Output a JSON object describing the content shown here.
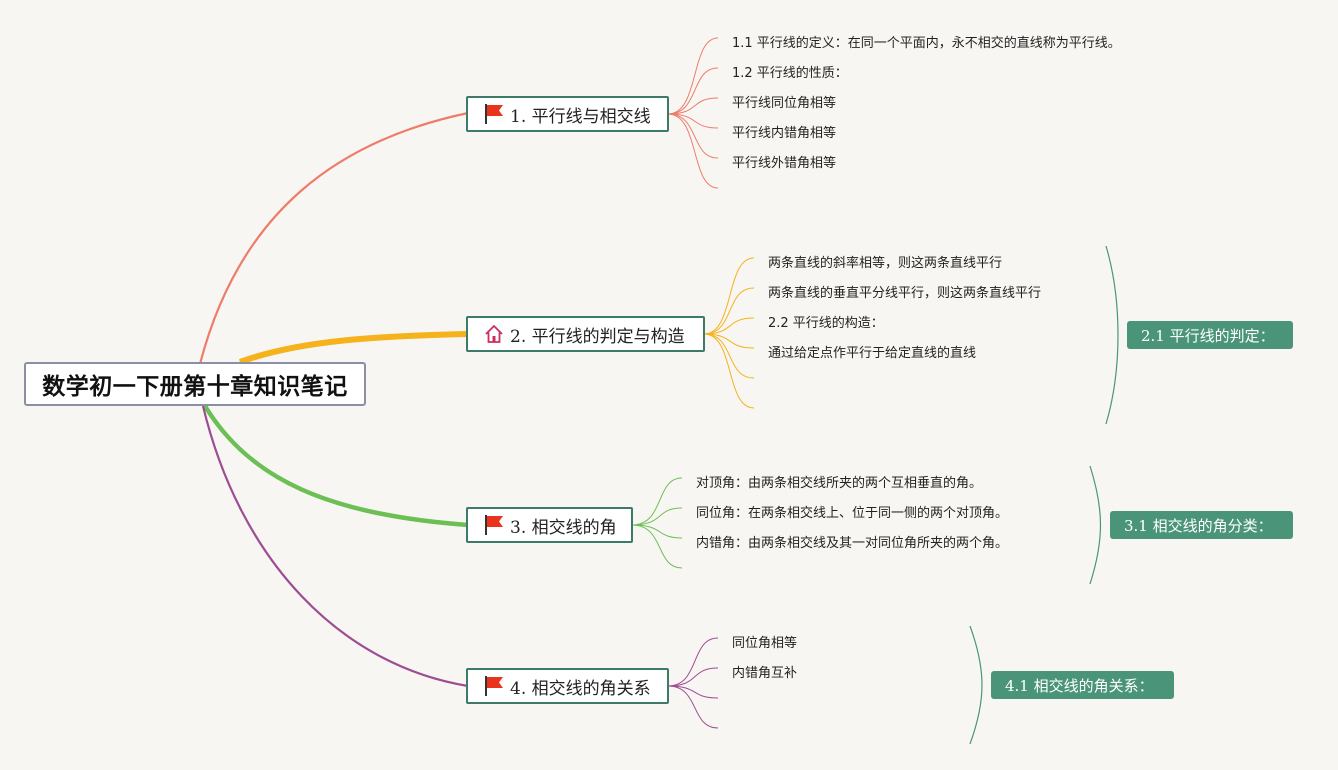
{
  "root": {
    "title": "数学初一下册第十章知识笔记"
  },
  "branches": [
    {
      "label": "1. 平行线与相交线",
      "icon": "red-flag-icon",
      "color": "#ee7c6b",
      "leaves": [
        "1.1 平行线的定义：在同一个平面内，永不相交的直线称为平行线。",
        "1.2 平行线的性质：",
        "平行线同位角相等",
        "平行线内错角相等",
        "平行线外错角相等"
      ]
    },
    {
      "label": "2. 平行线的判定与构造",
      "icon": "house-icon",
      "color": "#f5b21d",
      "leaves": [
        "两条直线的斜率相等，则这两条直线平行",
        "两条直线的垂直平分线平行，则这两条直线平行",
        "2.2 平行线的构造：",
        "通过给定点作平行于给定直线的直线"
      ],
      "summary": "2.1 平行线的判定："
    },
    {
      "label": "3. 相交线的角",
      "icon": "red-flag-icon",
      "color": "#6cbf55",
      "leaves": [
        "对顶角：由两条相交线所夹的两个互相垂直的角。",
        "同位角：在两条相交线上、位于同一侧的两个对顶角。",
        "内错角：由两条相交线及其一对同位角所夹的两个角。"
      ],
      "summary": "3.1 相交线的角分类："
    },
    {
      "label": "4. 相交线的角关系",
      "icon": "red-flag-icon",
      "color": "#9c4d94",
      "leaves": [
        "同位角相等",
        "内错角互补"
      ],
      "summary": "4.1 相交线的角关系："
    }
  ],
  "colors": {
    "background": "#f8f6f2",
    "node_border": "#3e7a6a",
    "summary_fill": "#4a957a",
    "summary_bracket": "#4a957a",
    "flag_red": "#e8341c",
    "house_pink": "#c9305f"
  }
}
